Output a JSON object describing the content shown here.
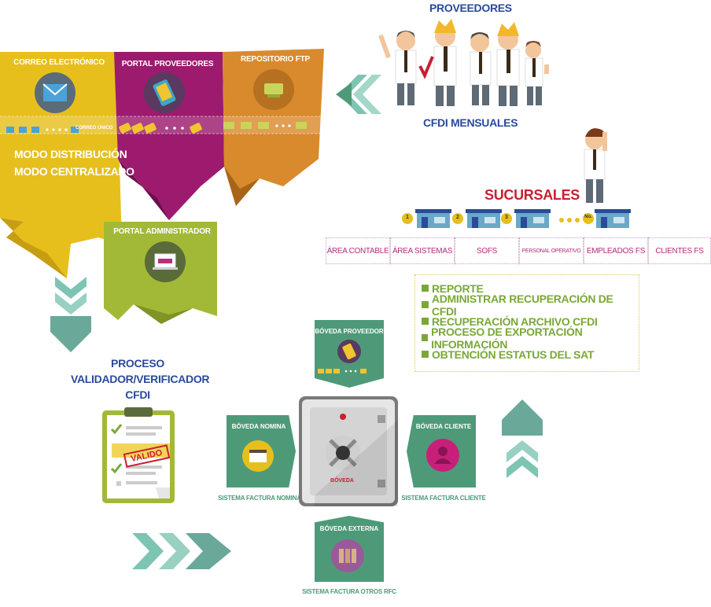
{
  "header": {
    "proveedores": "PROVEEDORES",
    "cfdi_mensuales": "CFDI MENSUALES"
  },
  "channels": {
    "correo": "CORREO ELECTRÓNICO",
    "portal_proveedores": "PORTAL PROVEEDORES",
    "repositorio": "REPOSITORIO FTP",
    "correo_unico": "CORREO ÚNICO",
    "modo_distribucion": "MODO DISTRIBUCIÓN",
    "modo_centralizado": "MODO CENTRALIZADO",
    "portal_administrador": "PORTAL ADMINISTRADOR"
  },
  "sucursales": {
    "title": "SUCURSALES",
    "badges": [
      "1",
      "2",
      "3",
      "No."
    ],
    "tabs": [
      "ÁREA CONTABLE",
      "ÁREA SISTEMAS",
      "SOFS",
      "PERSONAL OPERATIVO",
      "EMPLEADOS FS",
      "CLIENTES FS"
    ]
  },
  "features": [
    "REPORTE",
    "ADMINISTRAR RECUPERACIÓN DE CFDI",
    "RECUPERACIÓN ARCHIVO CFDI",
    "PROCESO DE EXPORTACIÓN INFORMACIÓN",
    "OBTENCIÓN ESTATUS DEL SAT"
  ],
  "proceso": {
    "line1": "PROCESO",
    "line2": "VALIDADOR/VERIFICADOR",
    "line3": "CFDI",
    "stamp": "VALIDO"
  },
  "vaults": {
    "proveedor": "BÓVEDA PROVEEDOR",
    "nomina": "BÓVEDA NOMINA",
    "cliente": "BÓVEDA CLIENTE",
    "externa": "BÓVEDA EXTERNA",
    "center": "BÓVEDA",
    "sistema_nomina": "SISTEMA FACTURA NOMINA",
    "sistema_cliente": "SISTEMA FACTURA CLIENTE",
    "sistema_otros": "SISTEMA FACTURA OTROS RFC"
  },
  "colors": {
    "yellow": "#e7bf1d",
    "magenta": "#9c1b6e",
    "orange": "#d98a2d",
    "lime": "#a2b938",
    "green": "#4e9a78",
    "teal": "#7ec4b3",
    "blue": "#2a4a9a",
    "red": "#c8202f"
  }
}
